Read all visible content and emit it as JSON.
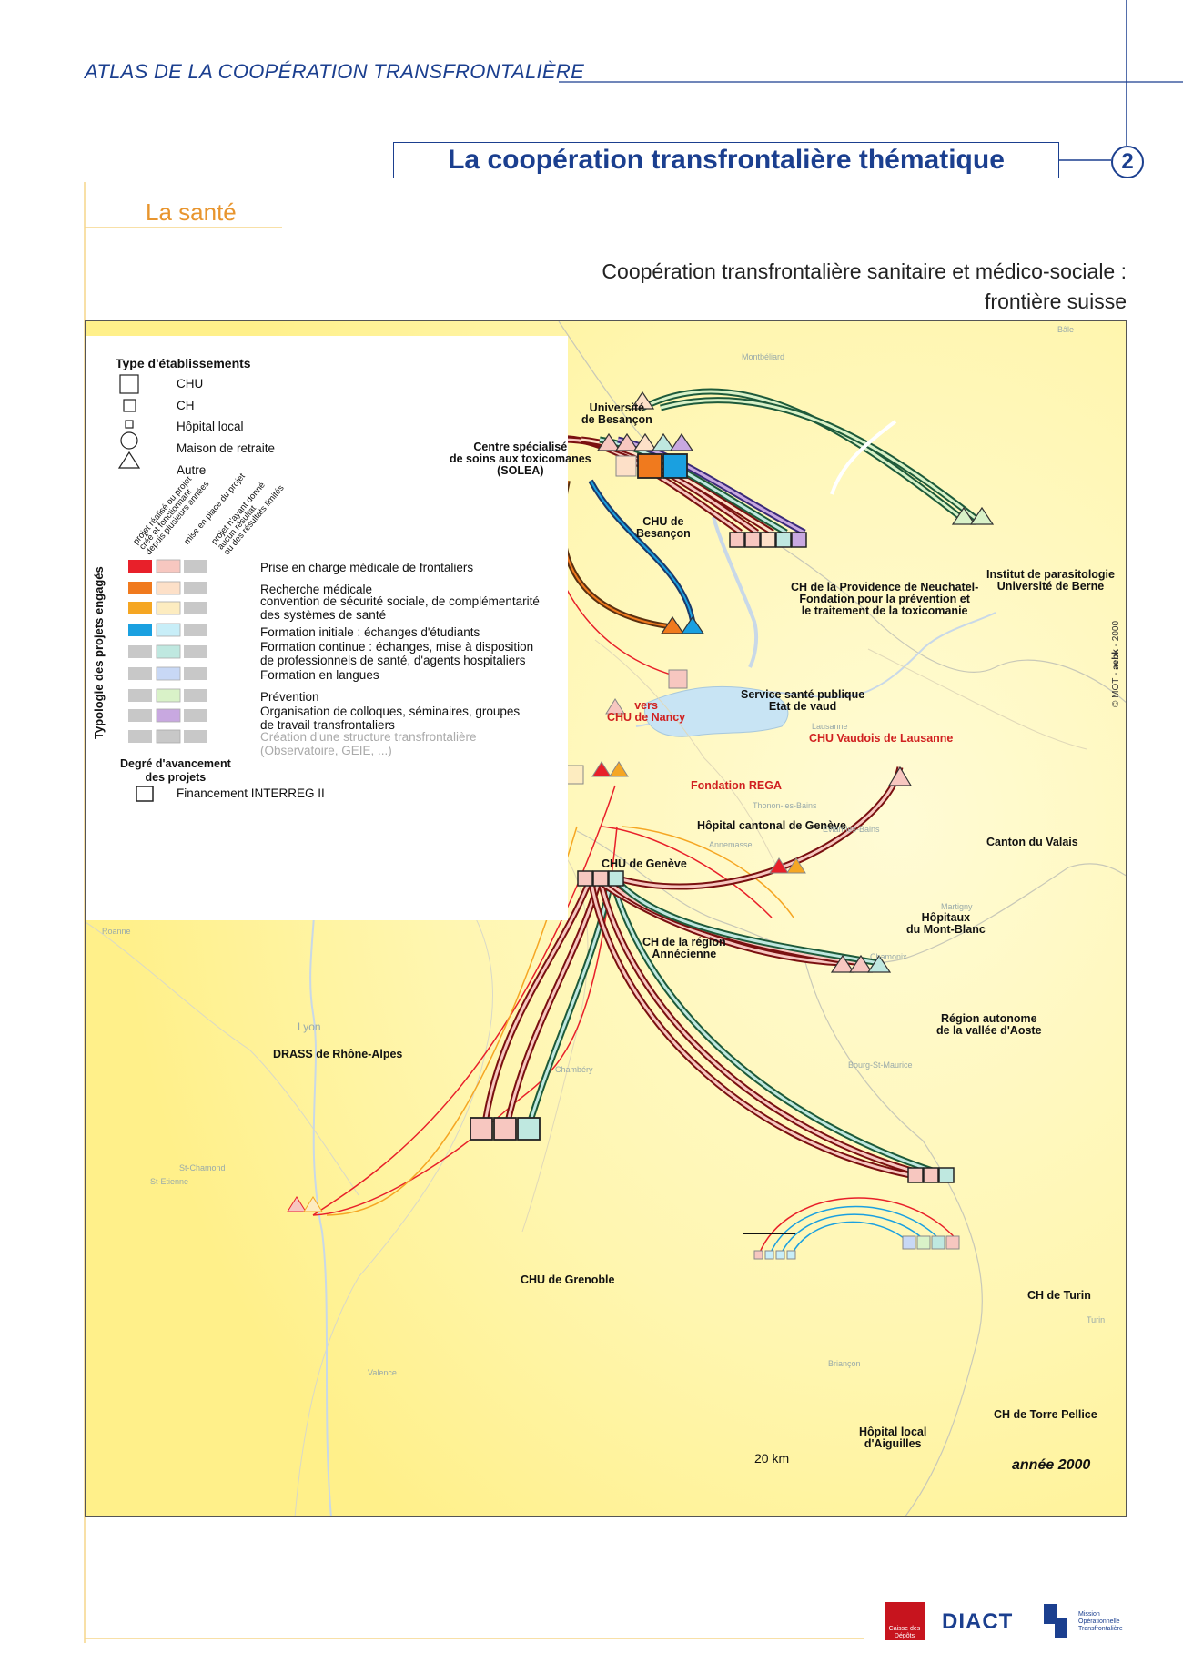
{
  "header": {
    "atlas_title": "ATLAS DE LA COOPÉRATION  TRANSFRONTALIÈRE",
    "page_title": "La coopération transfrontalière thématique",
    "page_number": "2",
    "section": "La santé"
  },
  "map": {
    "title_line1": "Coopération transfrontalière sanitaire et médico-sociale :",
    "title_line2": "frontière suisse",
    "year": "année 2000",
    "scale": "20 km",
    "copyright": "© MOT - ",
    "copyright_bold": "aebk",
    "copyright_year": " - 2000",
    "colors": {
      "red": "#e8202a",
      "orange": "#f07a1e",
      "amber": "#f5a623",
      "blue": "#1aa0e0",
      "teal_light": "#bfe8e0",
      "blue_light": "#c8d8f5",
      "green_light": "#d9f2c8",
      "violet": "#c8a8e0",
      "pink_light": "#f7c7c0",
      "grey": "#c8c8c8",
      "map_yellow": "#fff3a0",
      "dark_red": "#7a1010",
      "dark_green": "#1d5a3a"
    }
  },
  "legend": {
    "type_title": "Type d'établissements",
    "types": [
      "CHU",
      "CH",
      "Hôpital local",
      "Maison de retraite",
      "Autre"
    ],
    "column_headers": [
      "projet réalisé ou projet\ncréé et fonctionnant\ndepuis plusieurs années",
      "mise en place du projet",
      "projet n'ayant donné\naucun résultat\nou des résultats limités"
    ],
    "vertical_label": "Typologie des projets engagés",
    "rows": [
      {
        "label": "Prise en charge médicale de frontaliers",
        "c1": "#e8202a",
        "c2": "#f7c7c0",
        "c3": "#c8c8c8"
      },
      {
        "label": "Recherche médicale",
        "c1": "#f07a1e",
        "c2": "#fde0c8",
        "c3": "#c8c8c8"
      },
      {
        "label": "convention de sécurité sociale, de complémentarité\ndes systèmes de santé",
        "c1": "#f5a623",
        "c2": "#fdecc0",
        "c3": "#c8c8c8"
      },
      {
        "label": "Formation initiale : échanges d'étudiants",
        "c1": "#1aa0e0",
        "c2": "#c8eef8",
        "c3": "#c8c8c8"
      },
      {
        "label": "Formation continue : échanges, mise à disposition\nde professionnels de santé, d'agents hospitaliers",
        "c1": "#c8c8c8",
        "c2": "#bfe8e0",
        "c3": "#c8c8c8"
      },
      {
        "label": "Formation en langues",
        "c1": "#c8c8c8",
        "c2": "#c8d8f5",
        "c3": "#c8c8c8"
      },
      {
        "label": "Prévention",
        "c1": "#c8c8c8",
        "c2": "#d9f2c8",
        "c3": "#c8c8c8"
      },
      {
        "label": "Organisation de colloques, séminaires, groupes\nde travail transfrontaliers",
        "c1": "#c8c8c8",
        "c2": "#c8a8e0",
        "c3": "#c8c8c8"
      },
      {
        "label": "Création d'une structure transfrontalière\n(Observatoire, GEIE, ...)",
        "c1": "#c8c8c8",
        "c2": "#c8c8c8",
        "c3": "#c8c8c8"
      }
    ],
    "footer_label": "Degré d'avancement\ndes projets",
    "interreg": "Financement INTERREG II"
  },
  "places": {
    "universite_besancon": "Université\nde Besançon",
    "solea": "Centre spécialisé\nde soins aux toxicomanes\n(SOLEA)",
    "chu_besancon": "CHU de\nBesançon",
    "providence": "CH de la Providence de Neuchatel-\nFondation pour la prévention et\nle traitement de la toxicomanie",
    "parasitologie": "Institut de parasitologie\nUniversité de Berne",
    "sante_vaud": "Service santé publique\nEtat de vaud",
    "nancy": "vers\nCHU de Nancy",
    "chuv": "CHU Vaudois de Lausanne",
    "rega": "Fondation REGA",
    "hcg": "Hôpital cantonal de Genève",
    "chu_geneve": "CHU de Genève",
    "valais": "Canton du Valais",
    "mont_blanc": "Hôpitaux\ndu Mont-Blanc",
    "annecy": "CH de la région\nAnnécienne",
    "aoste": "Région autonome\nde la vallée d'Aoste",
    "drass": "DRASS de Rhône-Alpes",
    "grenoble": "CHU de Grenoble",
    "turin": "CH de Turin",
    "torre": "CH de Torre Pellice",
    "aiguilles": "Hôpital local\nd'Aiguilles"
  },
  "towns": [
    "Montbéliard",
    "Bâle",
    "Lausanne",
    "Thonon-les-Bains",
    "Evian-les-Bains",
    "Annemasse",
    "Martigny",
    "Chamonix",
    "Roanne",
    "Lyon",
    "Chambéry",
    "Bourg-St-Maurice",
    "St-Chamond",
    "St-Etienne",
    "Valence",
    "Briançon",
    "Turin"
  ],
  "footer": {
    "logo_caisse": "Caisse des Dépôts",
    "logo_diact": "DIACT",
    "logo_mot": "Mission Opérationnelle Transfrontalière"
  }
}
